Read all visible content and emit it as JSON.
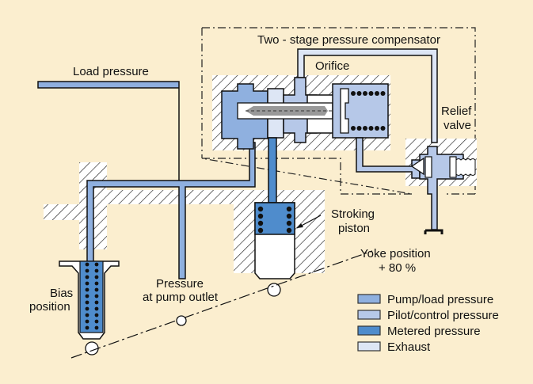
{
  "title": "Two - stage pressure compensator",
  "colors": {
    "background": "#fbeecf",
    "pump_load": "#8fb0df",
    "pilot_control": "#b6c8e8",
    "metered": "#4f8ccc",
    "exhaust": "#dde6f5",
    "outline": "#111111"
  },
  "labels": {
    "load_pressure": "Load pressure",
    "compensator": "Two - stage pressure compensator",
    "orifice": "Orifice",
    "relief_line1": "Relief",
    "relief_line2": "valve",
    "stroking_line1": "Stroking",
    "stroking_line2": "piston",
    "yoke_line1": "Yoke position",
    "yoke_line2": "+ 80 %",
    "bias_line1": "Bias",
    "bias_line2": "position",
    "pump_outlet_line1": "Pressure",
    "pump_outlet_line2": "at pump outlet"
  },
  "legend": [
    {
      "label": "Pump/load pressure",
      "color": "#8fb0df"
    },
    {
      "label": "Pilot/control pressure",
      "color": "#b6c8e8"
    },
    {
      "label": "Metered pressure",
      "color": "#4f8ccc"
    },
    {
      "label": "Exhaust",
      "color": "#dde6f5"
    }
  ]
}
